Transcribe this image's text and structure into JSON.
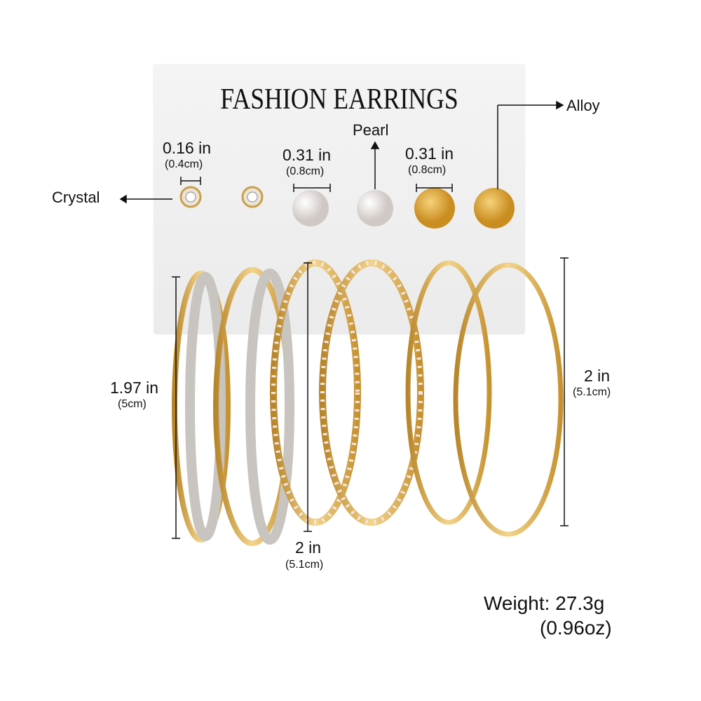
{
  "card": {
    "title": "FASHION EARRINGS"
  },
  "labels": {
    "crystal": "Crystal",
    "pearl": "Pearl",
    "alloy": "Alloy"
  },
  "measurements": {
    "crystal_in": "0.16 in",
    "crystal_cm": "(0.4cm)",
    "pearl_in": "0.31 in",
    "pearl_cm": "(0.8cm)",
    "alloy_in": "0.31 in",
    "alloy_cm": "(0.8cm)",
    "hoop1_in": "1.97 in",
    "hoop1_cm": "(5cm)",
    "hoop2_in": "2 in",
    "hoop2_cm": "(5.1cm)",
    "hoop3_in": "2 in",
    "hoop3_cm": "(5.1cm)"
  },
  "weight": {
    "line1": "Weight: 27.3g",
    "line2": "(0.96oz)"
  },
  "colors": {
    "gold": "#d9a93a",
    "silver": "#c8c4c0",
    "pearl": "#f3e6e8"
  }
}
